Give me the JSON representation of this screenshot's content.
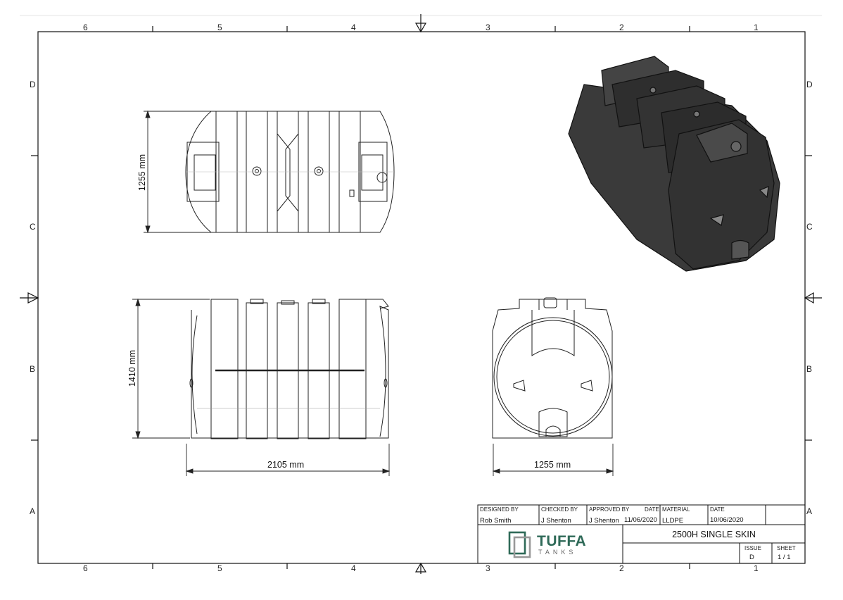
{
  "border": {
    "columns_top": [
      "6",
      "5",
      "4",
      "3",
      "2",
      "1"
    ],
    "columns_bottom": [
      "6",
      "5",
      "4",
      "3",
      "2",
      "1"
    ],
    "rows_left": [
      "D",
      "C",
      "B",
      "A"
    ],
    "rows_right": [
      "D",
      "C",
      "B",
      "A"
    ]
  },
  "dimensions": {
    "top_view_width": "1255 mm",
    "side_view_height": "1410 mm",
    "side_view_length": "2105 mm",
    "end_view_width": "1255 mm"
  },
  "title_block": {
    "designed_by_label": "DESIGNED BY",
    "designed_by": "Rob Smith",
    "checked_by_label": "CHECKED BY",
    "checked_by": "J Shenton",
    "approved_by_label": "APPROVED BY",
    "approved_by": "J Shenton",
    "date_label": "DATE",
    "approved_date": "11/06/2020",
    "material_label": "MATERIAL",
    "material": "LLDPE",
    "date2_label": "DATE",
    "date2": "10/06/2020",
    "drawing_title": "2500H SINGLE SKIN",
    "issue_label": "ISSUE",
    "issue": "D",
    "sheet_label": "SHEET",
    "sheet": "1 / 1",
    "brand_name": "TUFFA",
    "brand_sub": "TANKS"
  },
  "colors": {
    "brand": "#2f6a58",
    "tank_fill": "#3a3a3a"
  }
}
